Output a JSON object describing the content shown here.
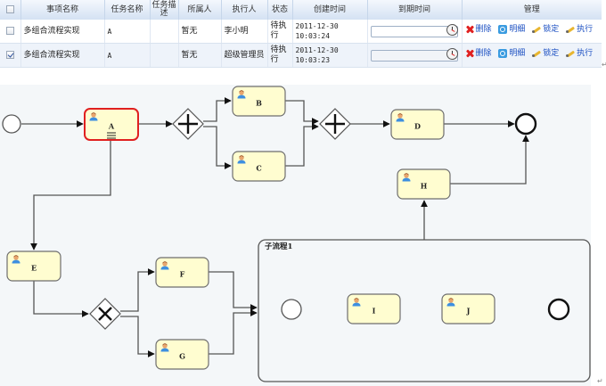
{
  "table": {
    "columns": [
      "",
      "事项名称",
      "任务名称",
      "任务描述",
      "所属人",
      "执行人",
      "状态",
      "创建时间",
      "到期时间",
      "管理"
    ],
    "rows": [
      {
        "checked": false,
        "item_name": "多组合流程实现",
        "task_name": "A",
        "task_desc": "",
        "owner": "暂无",
        "executor": "李小明",
        "status": "待执行",
        "created_date": "2011-12-30",
        "created_time": "10:03:24",
        "due_value": ""
      },
      {
        "checked": true,
        "item_name": "多组合流程实现",
        "task_name": "A",
        "task_desc": "",
        "owner": "暂无",
        "executor": "超级管理员",
        "status": "待执行",
        "created_date": "2011-12-30",
        "created_time": "10:03:23",
        "due_value": ""
      }
    ],
    "actions": [
      {
        "label": "删除",
        "icon": "delete-icon"
      },
      {
        "label": "明细",
        "icon": "detail-icon"
      },
      {
        "label": "锁定",
        "icon": "lock-pencil-icon"
      },
      {
        "label": "执行",
        "icon": "execute-pencil-icon"
      }
    ]
  },
  "diagram": {
    "colors": {
      "canvas": "#f4f7f9",
      "task_fill": "#fffdd0",
      "task_stroke": "#6e6e6e",
      "active_stroke": "#e02020",
      "edge": "#555555"
    },
    "tasks": [
      {
        "id": "A",
        "label": "A",
        "active": true
      },
      {
        "id": "B",
        "label": "B",
        "active": false
      },
      {
        "id": "C",
        "label": "C",
        "active": false
      },
      {
        "id": "D",
        "label": "D",
        "active": false
      },
      {
        "id": "E",
        "label": "E",
        "active": false
      },
      {
        "id": "F",
        "label": "F",
        "active": false
      },
      {
        "id": "G",
        "label": "G",
        "active": false
      },
      {
        "id": "H",
        "label": "H",
        "active": false
      },
      {
        "id": "I",
        "label": "I",
        "active": false
      },
      {
        "id": "J",
        "label": "J",
        "active": false
      }
    ],
    "subprocess_label": "子流程1",
    "gateways": [
      {
        "id": "gw1",
        "type": "parallel"
      },
      {
        "id": "gw2",
        "type": "parallel"
      },
      {
        "id": "gw3",
        "type": "exclusive"
      }
    ]
  }
}
